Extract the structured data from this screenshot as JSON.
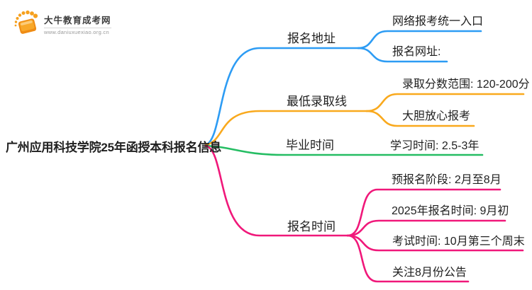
{
  "logo": {
    "site_name": "大牛教育成考网",
    "site_url": "www.daniuxuexiao.org.cn",
    "icon": "sunburst-book-icon",
    "brand_color": "#f6a01d"
  },
  "mindmap": {
    "root": {
      "label": "广州应用科技学院25年函授本科报名信息",
      "text_color": "#1f1f1f"
    },
    "branches": [
      {
        "label": "报名地址",
        "color": "#2d9cf4",
        "children": [
          {
            "label": "网络报考统一入口"
          },
          {
            "label": "报名网址:"
          }
        ]
      },
      {
        "label": "最低录取线",
        "color": "#f9a91d",
        "children": [
          {
            "label": "录取分数范围: 120-200分"
          },
          {
            "label": "大胆放心报考"
          }
        ]
      },
      {
        "label": "毕业时间",
        "color": "#25bd63",
        "children": [
          {
            "label": "学习时间: 2.5-3年"
          }
        ]
      },
      {
        "label": "报名时间",
        "color": "#f0187a",
        "children": [
          {
            "label": "预报名阶段: 2月至8月"
          },
          {
            "label": "2025年报名时间: 9月初"
          },
          {
            "label": "考试时间: 10月第三个周末"
          },
          {
            "label": "关注8月份公告"
          }
        ]
      }
    ]
  }
}
